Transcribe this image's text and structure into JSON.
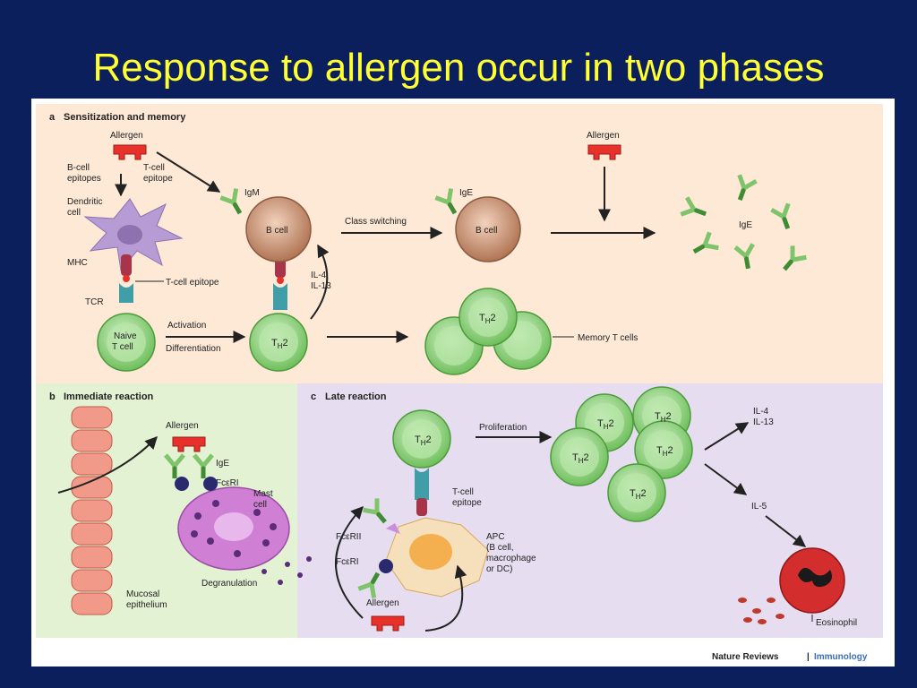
{
  "slide": {
    "title": "Response to allergen  occur in two phases"
  },
  "colors": {
    "background": "#0a1f5c",
    "title": "#ffff33",
    "panel_a": "#fde9d6",
    "panel_b": "#e3f2d2",
    "panel_c": "#e6def0",
    "th_cell": "#9fdb8d",
    "b_cell": "#c98f6a",
    "allergen": "#e8312a",
    "antibody": "#7fc46a",
    "mast_cell": "#cf80d4",
    "apc": "#f4b04e",
    "eosinophil": "#d42d2d",
    "dendritic": "#b69bd4"
  },
  "panel_a": {
    "heading_letter": "a",
    "heading": "Sensitization and memory",
    "allergen": "Allergen",
    "b_cell_epitopes": [
      "B-cell",
      "epitopes"
    ],
    "t_cell_epitope_top": [
      "T-cell",
      "epitope"
    ],
    "dendritic_cell": [
      "Dendritic",
      "cell"
    ],
    "mhc": "MHC",
    "t_cell_epitope": "T-cell epitope",
    "tcr": "TCR",
    "naive_t_cell": [
      "Naive",
      "T cell"
    ],
    "activation": "Activation",
    "differentiation": "Differentiation",
    "igm": "IgM",
    "b_cell": "B cell",
    "il4": "IL-4",
    "il13": "IL-13",
    "class_switching": "Class switching",
    "ige": "IgE",
    "b_cell_2": "B cell",
    "allergen_2": "Allergen",
    "ige_2": "IgE",
    "th2": "T",
    "th2_sub": "H",
    "th2_num": "2",
    "memory_t_cells": "Memory T cells"
  },
  "panel_b": {
    "heading_letter": "b",
    "heading": "Immediate reaction",
    "allergen": "Allergen",
    "ige": "IgE",
    "fceri": "FcεRI",
    "mast_cell": [
      "Mast",
      "cell"
    ],
    "degranulation": "Degranulation",
    "mucosal_epithelium": [
      "Mucosal",
      "epithelium"
    ]
  },
  "panel_c": {
    "heading_letter": "c",
    "heading": "Late reaction",
    "proliferation": "Proliferation",
    "t_cell_epitope": [
      "T-cell",
      "epitope"
    ],
    "fceRII": "FcεRII",
    "fceRI": "FcεRI",
    "apc": [
      "APC",
      "(B cell,",
      "macrophage",
      "or DC)"
    ],
    "allergen": "Allergen",
    "il4": "IL-4",
    "il13": "IL-13",
    "il5": "IL-5",
    "eosinophil": "Eosinophil"
  },
  "credit": {
    "journal": "Nature Reviews",
    "separator": "|",
    "section": "Immunology"
  }
}
